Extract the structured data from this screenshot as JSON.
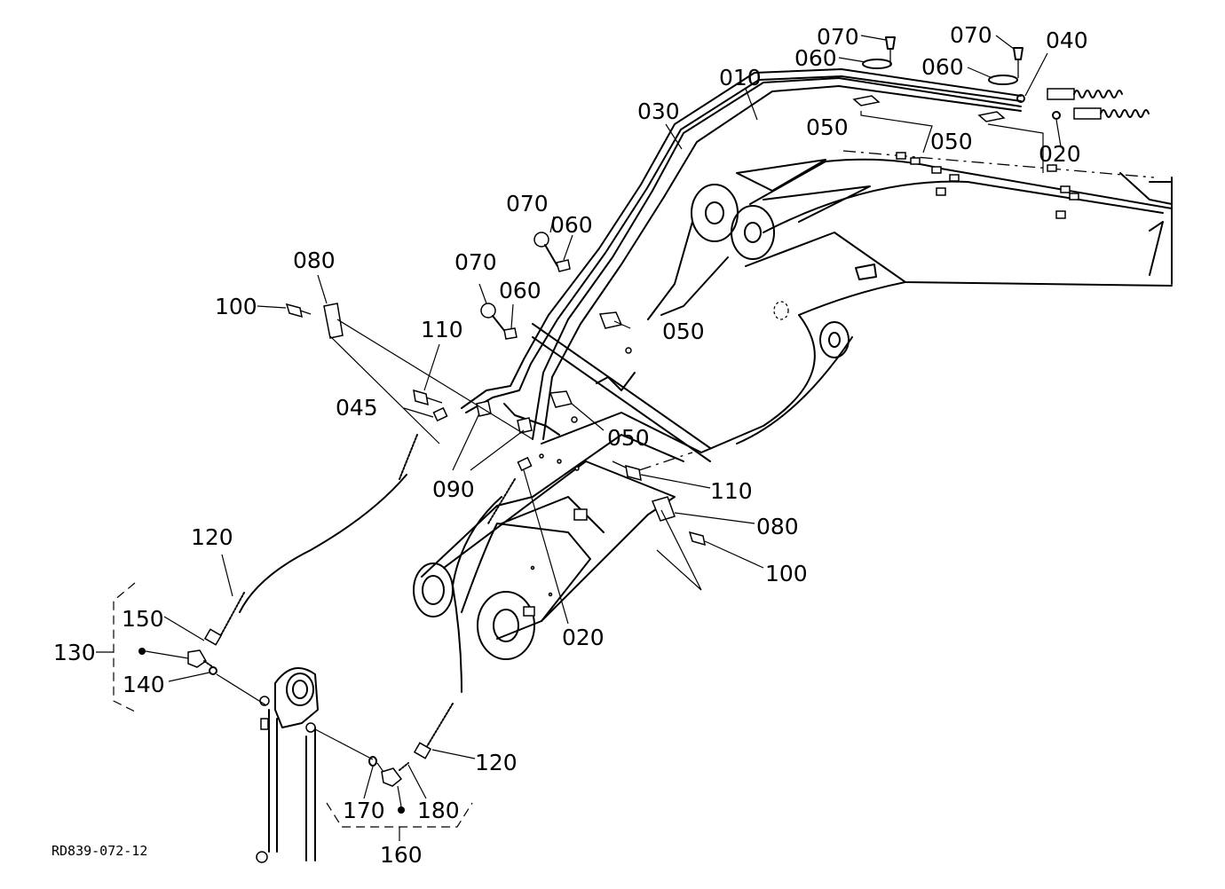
{
  "diagram": {
    "drawing_code": "RD839-072-12",
    "callouts": [
      {
        "id": "c010",
        "text": "010"
      },
      {
        "id": "c030",
        "text": "030"
      },
      {
        "id": "c070a",
        "text": "070"
      },
      {
        "id": "c060a",
        "text": "060"
      },
      {
        "id": "c070b",
        "text": "070"
      },
      {
        "id": "c060b",
        "text": "060"
      },
      {
        "id": "c040",
        "text": "040"
      },
      {
        "id": "c050a",
        "text": "050"
      },
      {
        "id": "c050b",
        "text": "050"
      },
      {
        "id": "c020a",
        "text": "020"
      },
      {
        "id": "c070c",
        "text": "070"
      },
      {
        "id": "c060c",
        "text": "060"
      },
      {
        "id": "c070d",
        "text": "070"
      },
      {
        "id": "c060d",
        "text": "060"
      },
      {
        "id": "c080a",
        "text": "080"
      },
      {
        "id": "c100a",
        "text": "100"
      },
      {
        "id": "c110a",
        "text": "110"
      },
      {
        "id": "c050c",
        "text": "050"
      },
      {
        "id": "c045",
        "text": "045"
      },
      {
        "id": "c050d",
        "text": "050"
      },
      {
        "id": "c090",
        "text": "090"
      },
      {
        "id": "c110b",
        "text": "110"
      },
      {
        "id": "c080b",
        "text": "080"
      },
      {
        "id": "c100b",
        "text": "100"
      },
      {
        "id": "c120a",
        "text": "120"
      },
      {
        "id": "c150",
        "text": "150"
      },
      {
        "id": "c130",
        "text": "130"
      },
      {
        "id": "c140",
        "text": "140"
      },
      {
        "id": "c020b",
        "text": "020"
      },
      {
        "id": "c120b",
        "text": "120"
      },
      {
        "id": "c170",
        "text": "170"
      },
      {
        "id": "c180",
        "text": "180"
      },
      {
        "id": "c160",
        "text": "160"
      }
    ]
  }
}
